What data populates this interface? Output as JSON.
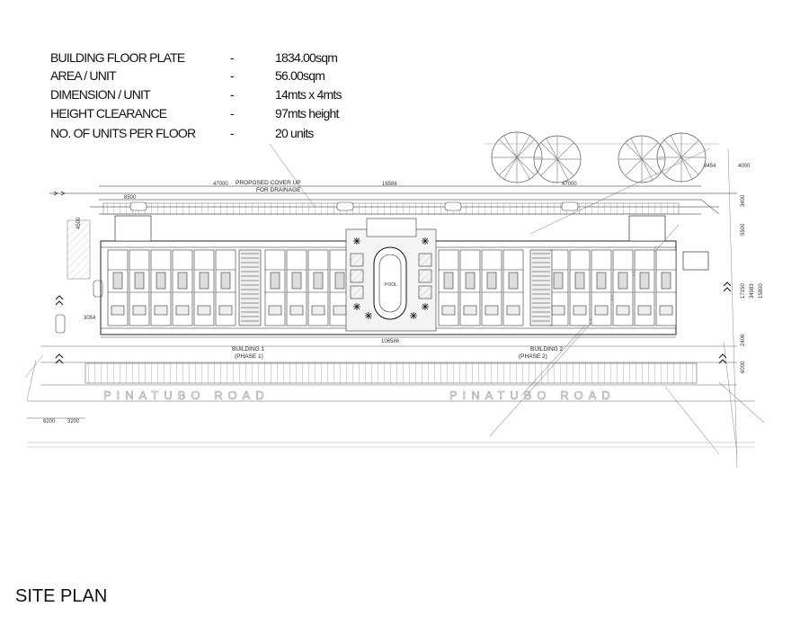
{
  "specs": [
    {
      "label": "BUILDING FLOOR PLATE",
      "dash": "-",
      "value": "1834.00sqm"
    },
    {
      "label": "AREA / UNIT",
      "dash": "-",
      "value": "56.00sqm"
    },
    {
      "label": "DIMENSION / UNIT",
      "dash": "-",
      "value": "14mts x 4mts"
    },
    {
      "label": "HEIGHT CLEARANCE",
      "dash": "-",
      "value": "97mts height"
    },
    {
      "label": "NO. OF UNITS PER FLOOR",
      "dash": "-",
      "value": "20 units"
    }
  ],
  "caption": "SITE PLAN",
  "plan": {
    "road_left": "PINATUBO ROAD",
    "road_right": "PINATUBO ROAD",
    "building1": "BUILDING 1",
    "building1_phase": "(PHASE 1)",
    "building2": "BUILDING 2",
    "building2_phase": "(PHASE 2)",
    "cover_note_1": "PROPOSED COVER UP",
    "cover_note_2": "FOR DRAINAGE",
    "pool": "POOL",
    "dim_top_left": "47000",
    "dim_top_mid": "16586",
    "dim_top_right": "47000",
    "dim_top_small": "8500",
    "dim_bottom_mid": "106586",
    "dim_left_a": "4500",
    "dim_left_b": "3054",
    "dim_right_a": "9454",
    "dim_right_b": "4000",
    "dim_right_c": "3400",
    "dim_right_d": "5500",
    "dim_right_e": "17150",
    "dim_right_f": "34983",
    "dim_right_g": "15800",
    "dim_right_h": "2406",
    "dim_right_i": "6000",
    "dim_bl_a": "6200",
    "dim_bl_b": "3200"
  }
}
